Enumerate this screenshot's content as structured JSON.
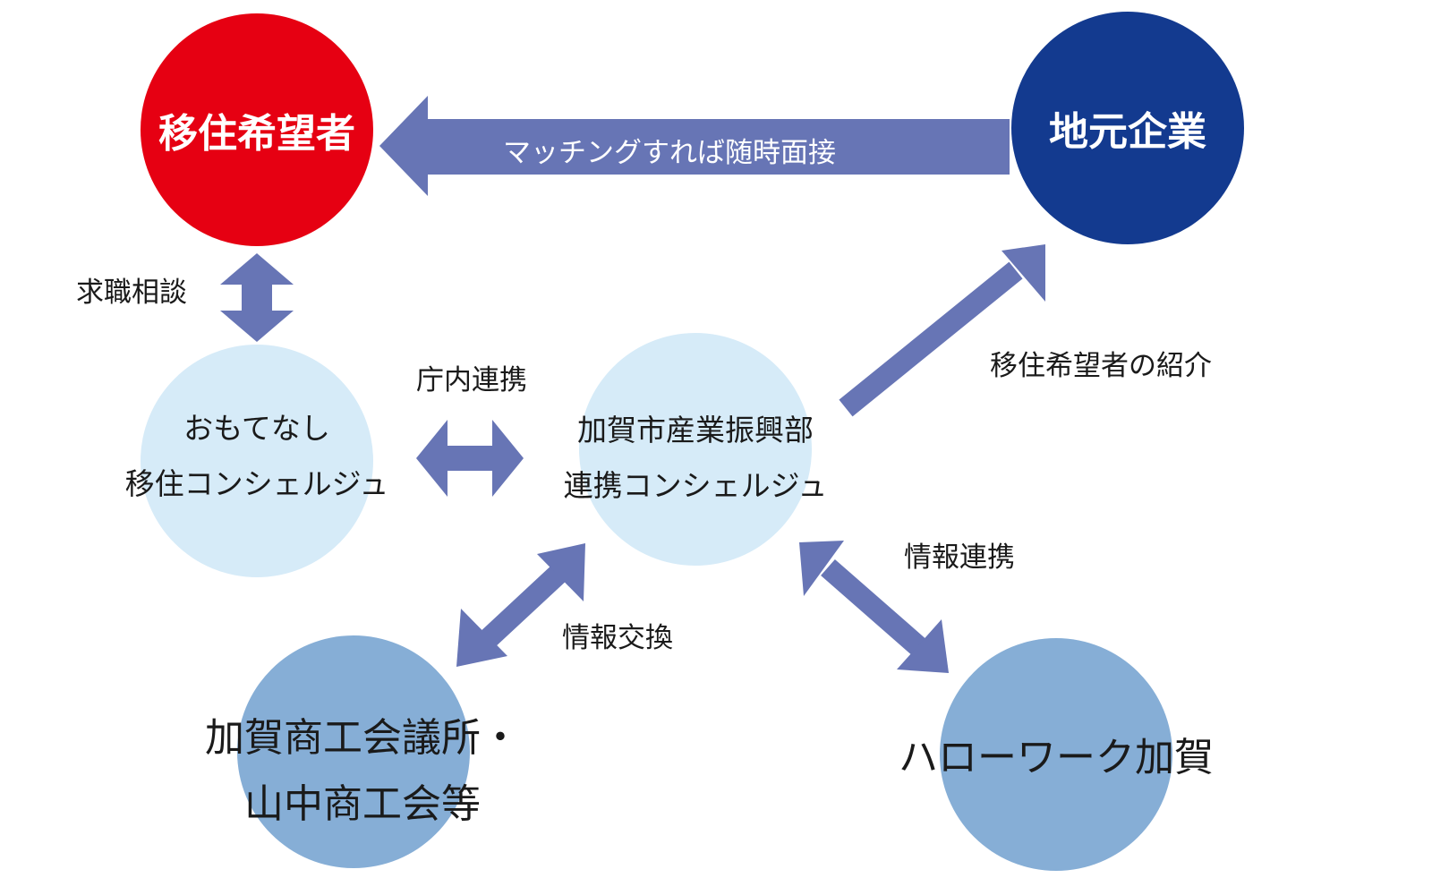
{
  "nodes": {
    "applicant": {
      "label": "移住希望者",
      "color": "#e60012"
    },
    "local_company": {
      "label": "地元企業",
      "color": "#133a8f"
    },
    "omotenashi": {
      "line1": "おもてなし",
      "line2": "移住コンシェルジュ",
      "color": "#d6ebf8"
    },
    "kaga_dept": {
      "line1": "加賀市産業振興部",
      "line2": "連携コンシェルジュ",
      "color": "#d6ebf8"
    },
    "chamber": {
      "line1": "加賀商工会議所・",
      "line2": "山中商工会等",
      "color": "#86aed6"
    },
    "hellowork": {
      "label": "ハローワーク加賀",
      "color": "#86aed6"
    }
  },
  "edges": {
    "matching": {
      "label": "マッチングすれば随時面接"
    },
    "job_consult": {
      "label": "求職相談"
    },
    "internal": {
      "label": "庁内連携"
    },
    "introduce": {
      "label": "移住希望者の紹介"
    },
    "info_exchange": {
      "label": "情報交換"
    },
    "info_link": {
      "label": "情報連携"
    }
  },
  "colors": {
    "arrow": "#6775b5",
    "text": "#1a1a1a"
  }
}
